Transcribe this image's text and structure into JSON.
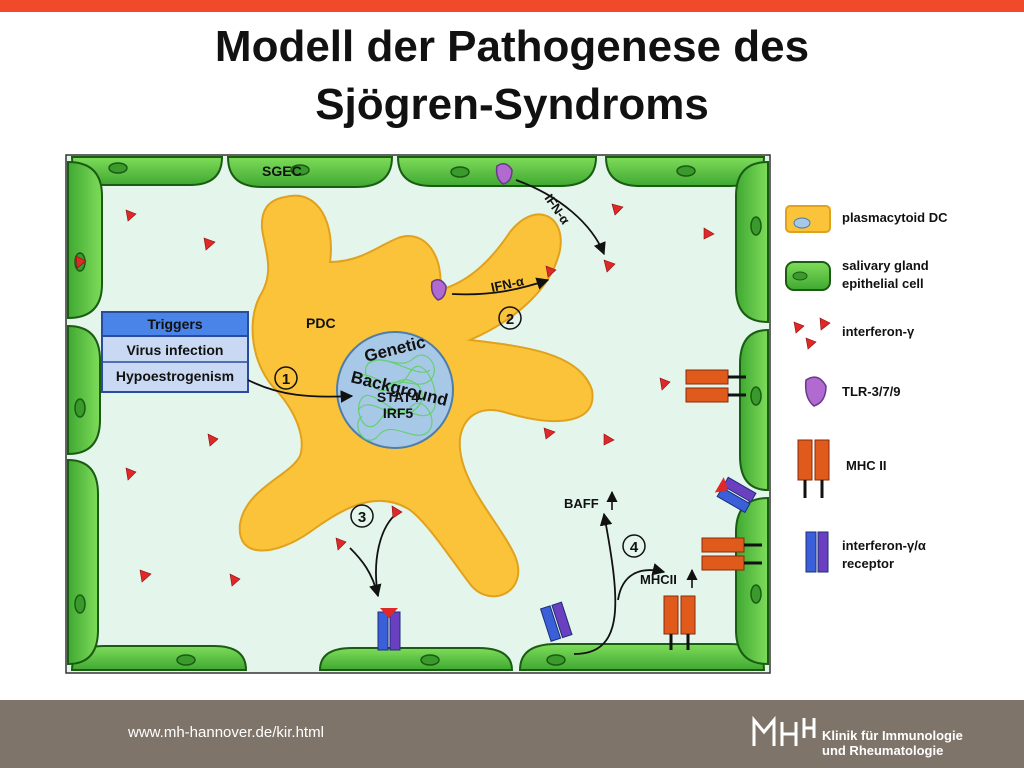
{
  "slide": {
    "title_line1": "Modell der Pathogenese des",
    "title_line2": "Sjögren-Syndroms",
    "footer_url": "www.mh-hannover.de/kir.html",
    "footer_institution_line1": "Klinik für Immunologie",
    "footer_institution_line2": "und Rheumatologie",
    "logo_text": "MHH",
    "accent_color": "#f04a2a",
    "footer_color": "#7e7469"
  },
  "diagram": {
    "sgec_label": "SGEC",
    "pdc_label": "PDC",
    "ifn_label_top": "IFN-α",
    "ifn_label_mid": "IFN-α",
    "genetic_line1": "Genetic",
    "genetic_line2": "Background",
    "gene1": "STAT4",
    "gene2": "IRF5",
    "triggers_header": "Triggers",
    "trigger1": "Virus infection",
    "trigger2": "Hypoestrogenism",
    "step1": "1",
    "step2": "2",
    "step3": "3",
    "step4": "4",
    "baff": "BAFF",
    "mhcii": "MHCII"
  },
  "legend": {
    "pdc": "plasmacytoid DC",
    "sgec_line1": "salivary gland",
    "sgec_line2": "epithelial cell",
    "ifng": "interferon-γ",
    "tlr": "TLR-3/7/9",
    "mhc": "MHC II",
    "receptor_line1": "interferon-γ/α",
    "receptor_line2": "receptor"
  }
}
